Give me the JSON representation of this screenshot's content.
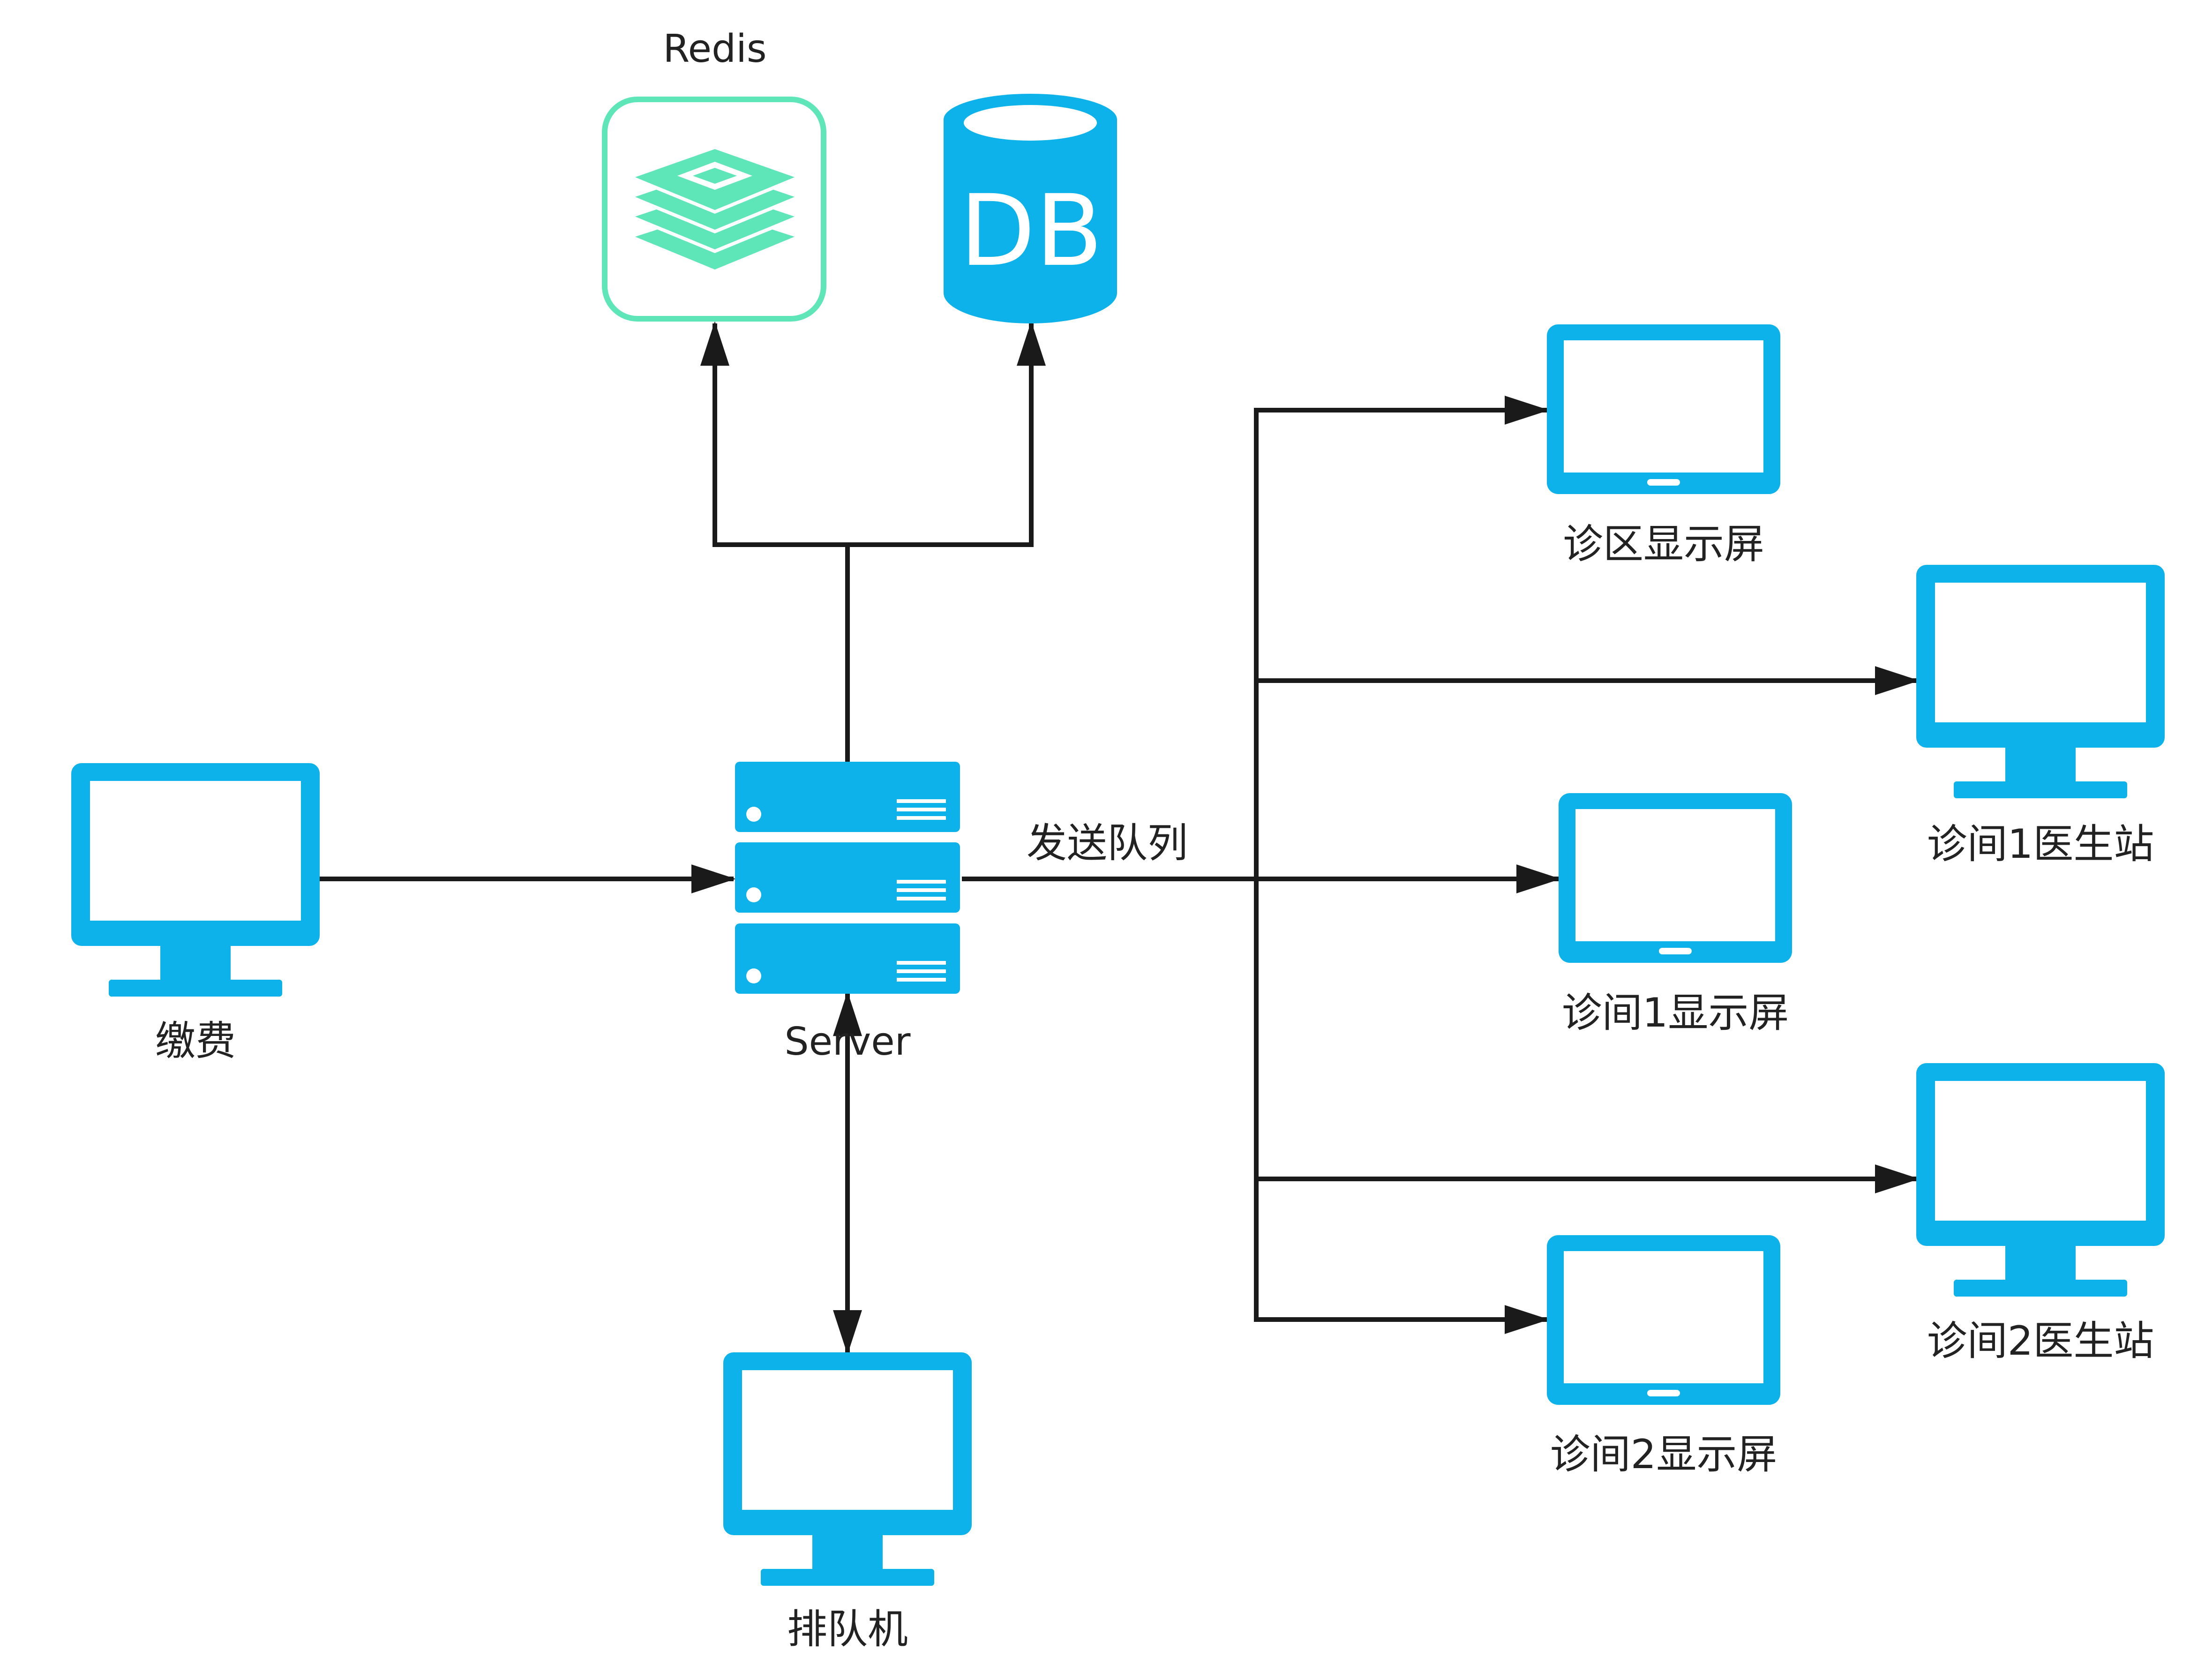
{
  "colors": {
    "device_blue": "#0db2ea",
    "redis_green": "#5fe6b8",
    "line": "#1a1a1a"
  },
  "nodes": {
    "redis": {
      "label": "Redis",
      "icon": "redis-icon"
    },
    "db": {
      "label": "DB",
      "icon": "database-icon"
    },
    "server": {
      "label": "Server",
      "icon": "server-rack-icon"
    },
    "payment": {
      "label": "缴费",
      "icon": "monitor-icon"
    },
    "queue_machine": {
      "label": "排队机",
      "icon": "monitor-icon"
    },
    "zone_display": {
      "label": "诊区显示屏",
      "icon": "tablet-icon"
    },
    "room1_doctor": {
      "label": "诊间1医生站",
      "icon": "monitor-icon"
    },
    "room1_display": {
      "label": "诊间1显示屏",
      "icon": "tablet-icon"
    },
    "room2_doctor": {
      "label": "诊间2医生站",
      "icon": "monitor-icon"
    },
    "room2_display": {
      "label": "诊间2显示屏",
      "icon": "tablet-icon"
    }
  },
  "edges": {
    "send_queue_label": "发送队列"
  }
}
